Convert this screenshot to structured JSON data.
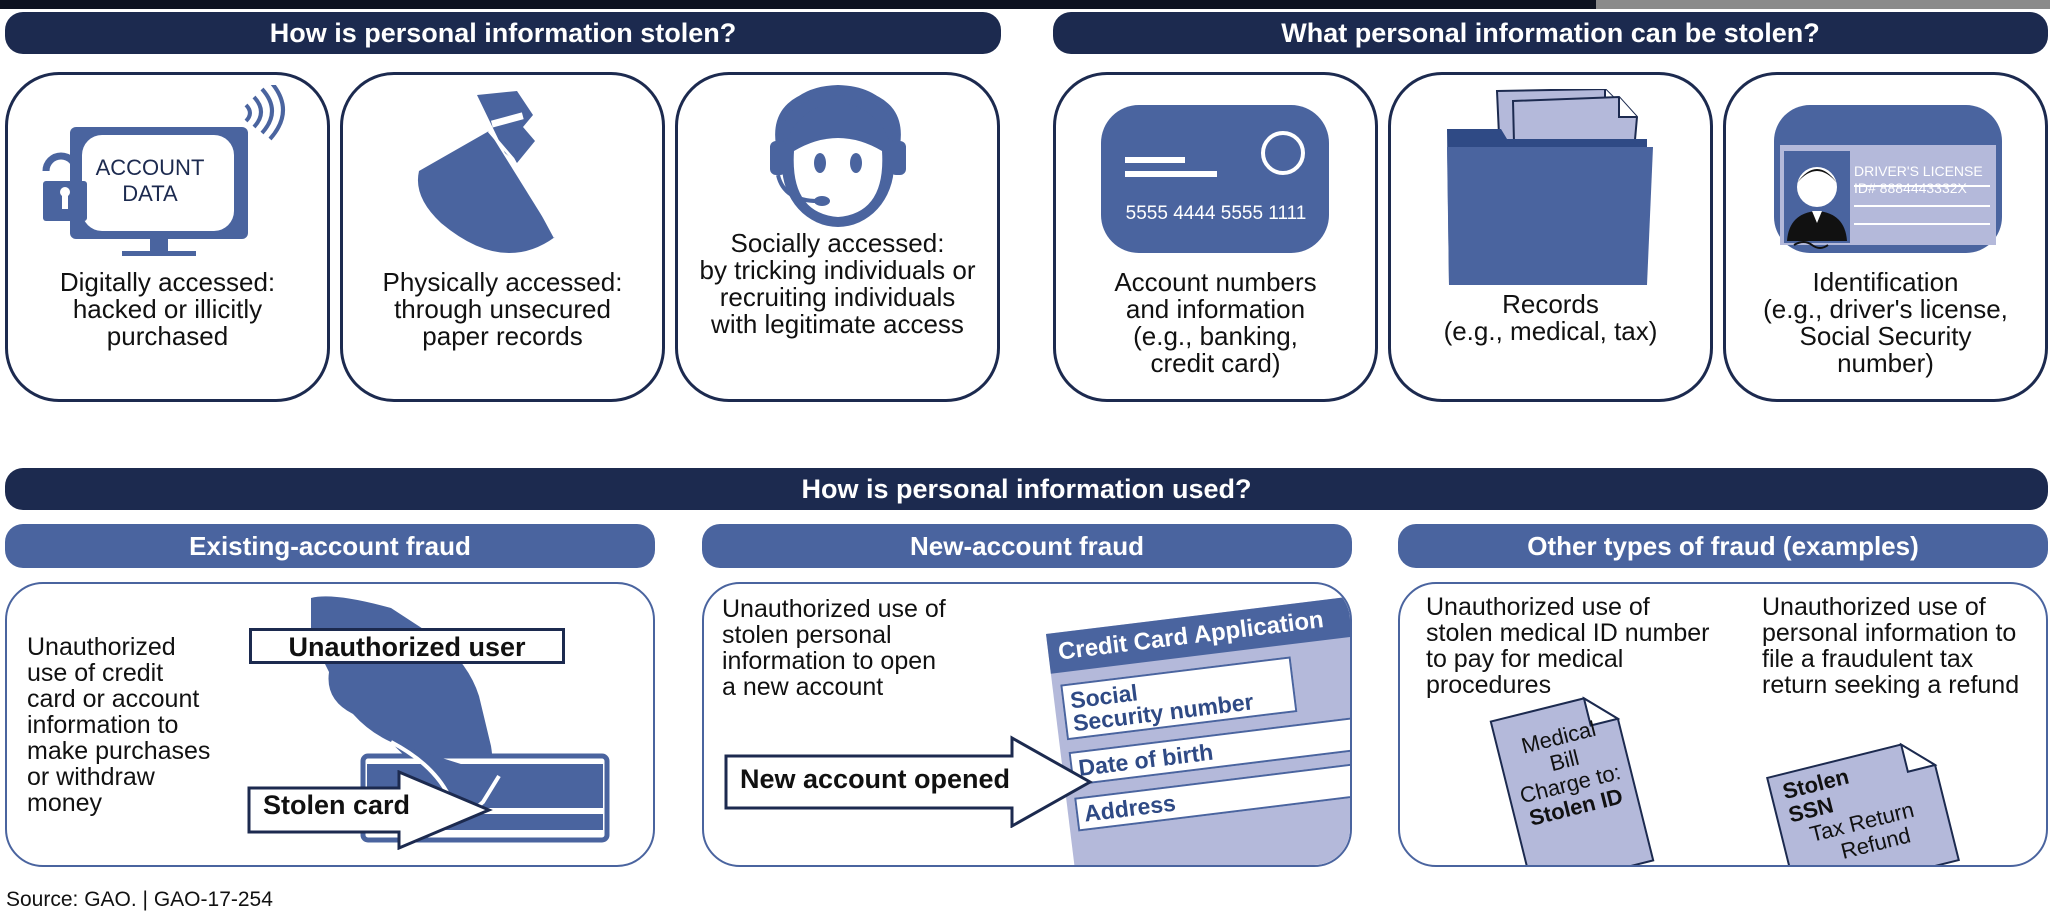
{
  "top_left_header": "How is personal information stolen?",
  "top_right_header": "What personal information can be stolen?",
  "stolen_methods": [
    {
      "icon": "computer-account-icon",
      "screen_text": "ACCOUNT\nDATA",
      "caption": "Digitally accessed:\nhacked or illicitly\npurchased"
    },
    {
      "icon": "thief-icon",
      "caption": "Physically accessed:\nthrough unsecured\npaper records"
    },
    {
      "icon": "headset-person-icon",
      "caption": "Socially accessed:\nby tricking individuals or\nrecruiting individuals\nwith legitimate access"
    }
  ],
  "stolen_info": [
    {
      "icon": "credit-card-icon",
      "card_number": "5555 4444 5555 1111",
      "caption": "Account numbers\nand information\n(e.g., banking,\ncredit card)"
    },
    {
      "icon": "folder-icon",
      "caption": "Records\n(e.g., medical, tax)"
    },
    {
      "icon": "drivers-license-icon",
      "license_title": "DRIVER'S LICENSE",
      "license_id": "ID# 8884443332X",
      "caption": "Identification\n(e.g., driver's license,\nSocial Security\nnumber)"
    }
  ],
  "usage_header": "How is personal information used?",
  "existing_account": {
    "header": "Existing-account fraud",
    "text": "Unauthorized\nuse of credit\ncard or account\ninformation to\nmake purchases\nor withdraw\nmoney",
    "user_label": "Unauthorized user",
    "card_label": "Stolen card"
  },
  "new_account": {
    "header": "New-account fraud",
    "text": "Unauthorized use of\nstolen personal\ninformation to open\na new account",
    "arrow_label": "New account opened",
    "form_title": "Credit Card Application",
    "form_fields": [
      "Social\nSecurity number",
      "Date of birth",
      "Address"
    ]
  },
  "other_fraud": {
    "header": "Other types of fraud (examples)",
    "medical_text": "Unauthorized use of\nstolen medical ID number\nto pay for medical\nprocedures",
    "medical_doc": [
      "Medical",
      "Bill",
      "Charge to:",
      "Stolen ID"
    ],
    "tax_text": "Unauthorized use of\npersonal information to\nfile a fraudulent tax\nreturn seeking a refund",
    "tax_doc": [
      "Stolen",
      "SSN",
      "Tax Return",
      "Refund"
    ]
  },
  "source": "Source: GAO.  |  GAO-17-254",
  "colors": {
    "dark_navy": "#1c2a4f",
    "mid_blue": "#4a649f",
    "light_lavender": "#b4b9da"
  }
}
